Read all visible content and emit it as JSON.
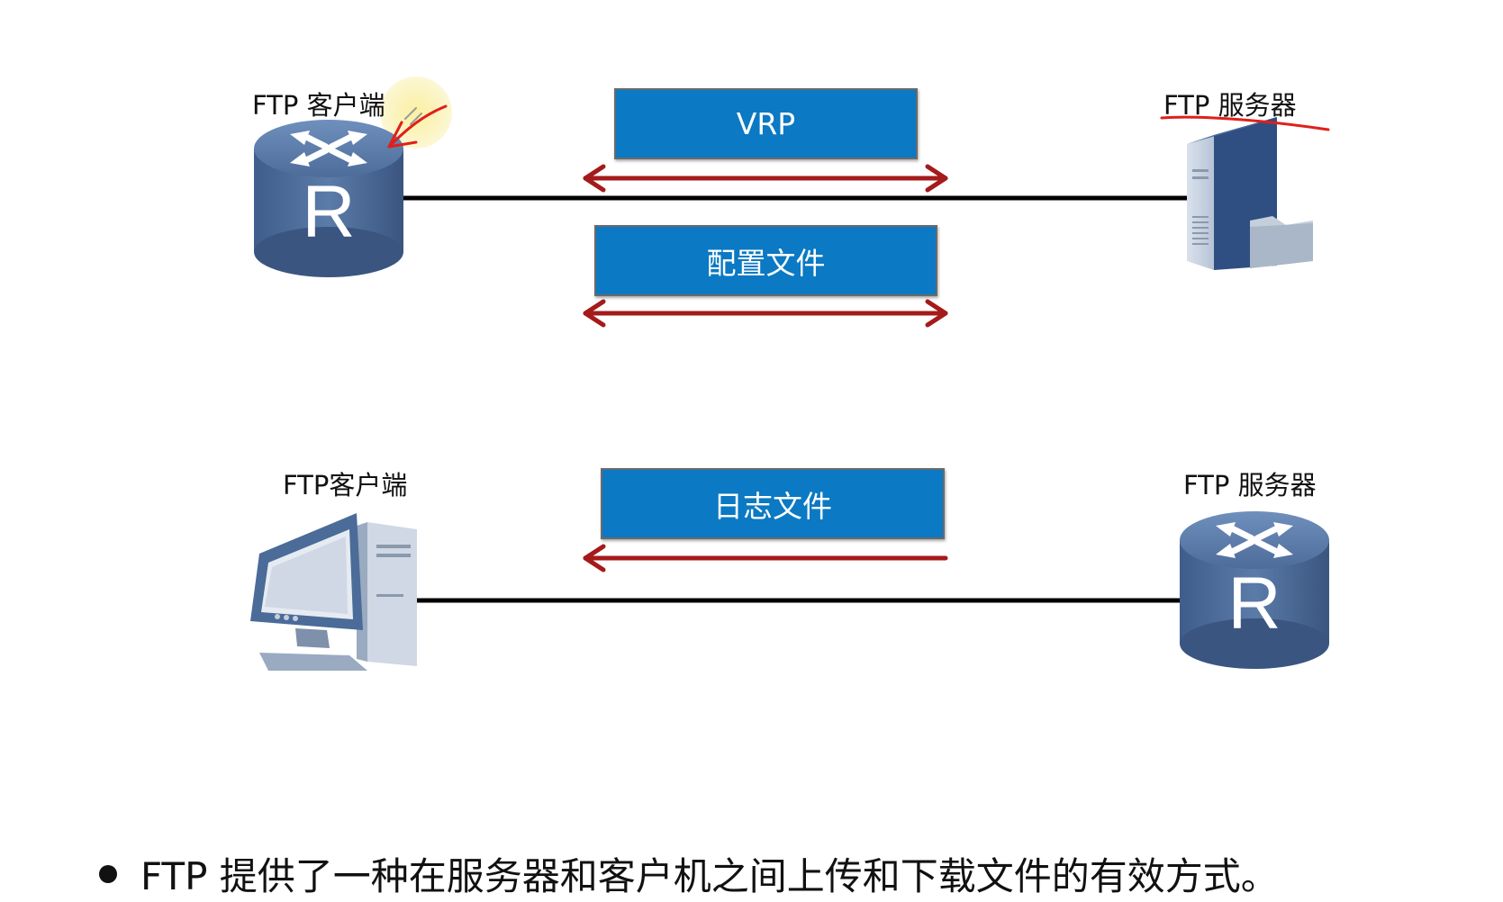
{
  "top": {
    "client_label": "FTP 客户端",
    "server_label": "FTP 服务器",
    "box_vrp": "VRP",
    "box_config": "配置文件"
  },
  "bottom": {
    "client_label": "FTP客户端",
    "server_label": "FTP 服务器",
    "box_log": "日志文件"
  },
  "icons": {
    "router_letter": "R"
  },
  "colors": {
    "box_fill": "#0b79c3",
    "arrow": "#a51a1a",
    "link_line": "#000000",
    "annotation": "#e0201a",
    "highlight": "#f8e98a"
  },
  "bullet": {
    "text": "FTP 提供了一种在服务器和客户机之间上传和下载文件的有效方式。"
  }
}
